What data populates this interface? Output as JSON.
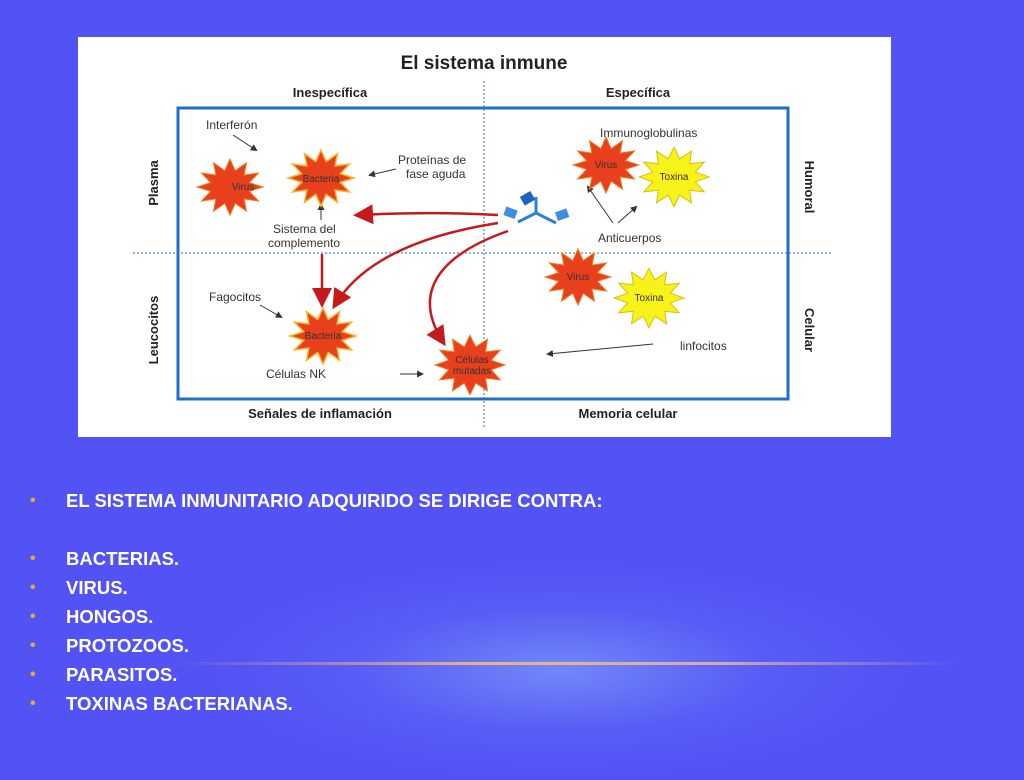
{
  "diagram": {
    "title": "El sistema inmune",
    "col_left": "Inespecífica",
    "col_right": "Específica",
    "row_top_left": "Plasma",
    "row_bottom_left": "Leucocitos",
    "row_top_right": "Humoral",
    "row_bottom_right": "Celular",
    "bottom_left": "Señales de inflamación",
    "bottom_right": "Memoria celular",
    "interferon": "Interferón",
    "proteinas_1": "Proteínas de",
    "proteinas_2": "fase aguda",
    "sistema_1": "Sistema del",
    "sistema_2": "complemento",
    "fagocitos": "Fagocitos",
    "celulas_nk": "Células NK",
    "immunoglobulinas": "Immunoglobulinas",
    "anticuerpos": "Anticuerpos",
    "linfocitos": "linfocitos",
    "star_virus": "Virus",
    "star_bacteria": "Bacteria",
    "star_toxina": "Toxina",
    "star_celulas_1": "Células",
    "star_celulas_2": "mutadas",
    "colors": {
      "frame": "#1f6fc8",
      "red_star": "#e8401c",
      "yellow_star": "#f7f21a",
      "arrow": "#c41a1a",
      "antibody": "#2e7dd6"
    }
  },
  "bullets": {
    "intro": "EL SISTEMA INMUNITARIO ADQUIRIDO SE DIRIGE CONTRA:",
    "items": [
      "BACTERIAS.",
      "VIRUS.",
      "HONGOS.",
      "PROTOZOOS.",
      "PARASITOS.",
      "TOXINAS BACTERIANAS."
    ],
    "bullet_glyph": "•"
  }
}
